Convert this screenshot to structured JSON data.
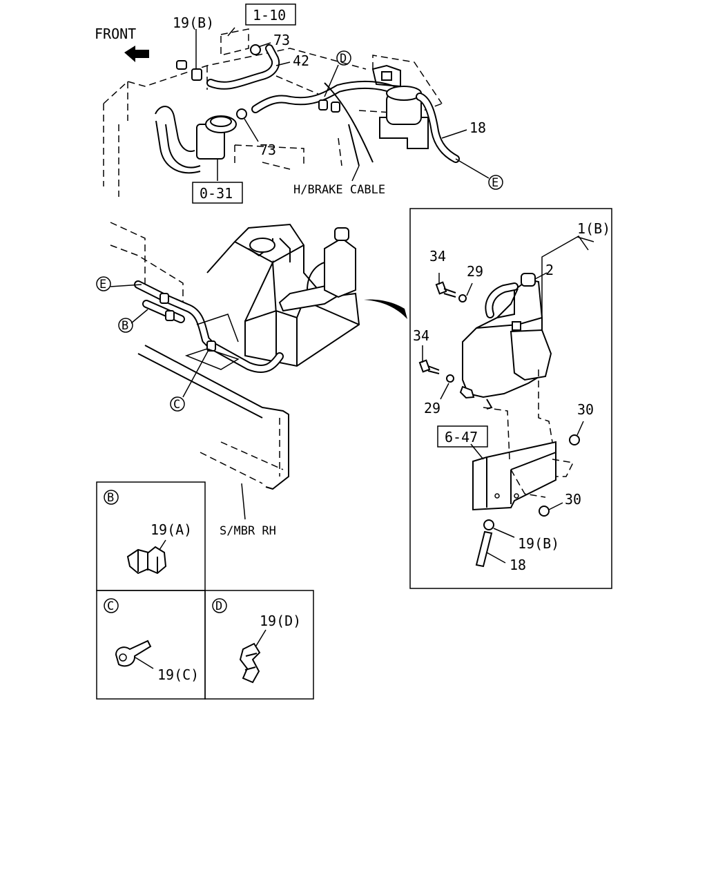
{
  "labels": {
    "front": "FRONT",
    "ref_1_10": "1-10",
    "ref_0_31": "0-31",
    "ref_6_47": "6-47",
    "p19B_top": "19(B)",
    "p73_top": "73",
    "p42": "42",
    "p73_mid": "73",
    "p18_top": "18",
    "brake_cable": "H/BRAKE CABLE",
    "smbr": "S/MBR RH",
    "p1B": "1(B)",
    "p2": "2",
    "p34a": "34",
    "p29a": "29",
    "p34b": "34",
    "p29b": "29",
    "p30a": "30",
    "p30b": "30",
    "p19B_inset": "19(B)",
    "p18_inset": "18",
    "p19A": "19(A)",
    "p19C": "19(C)",
    "p19D": "19(D)"
  },
  "callouts": {
    "D_top": "D",
    "E_top": "E",
    "E_left": "E",
    "B_left": "B",
    "C_left": "C",
    "B_box": "B",
    "C_box": "C",
    "D_box": "D"
  }
}
